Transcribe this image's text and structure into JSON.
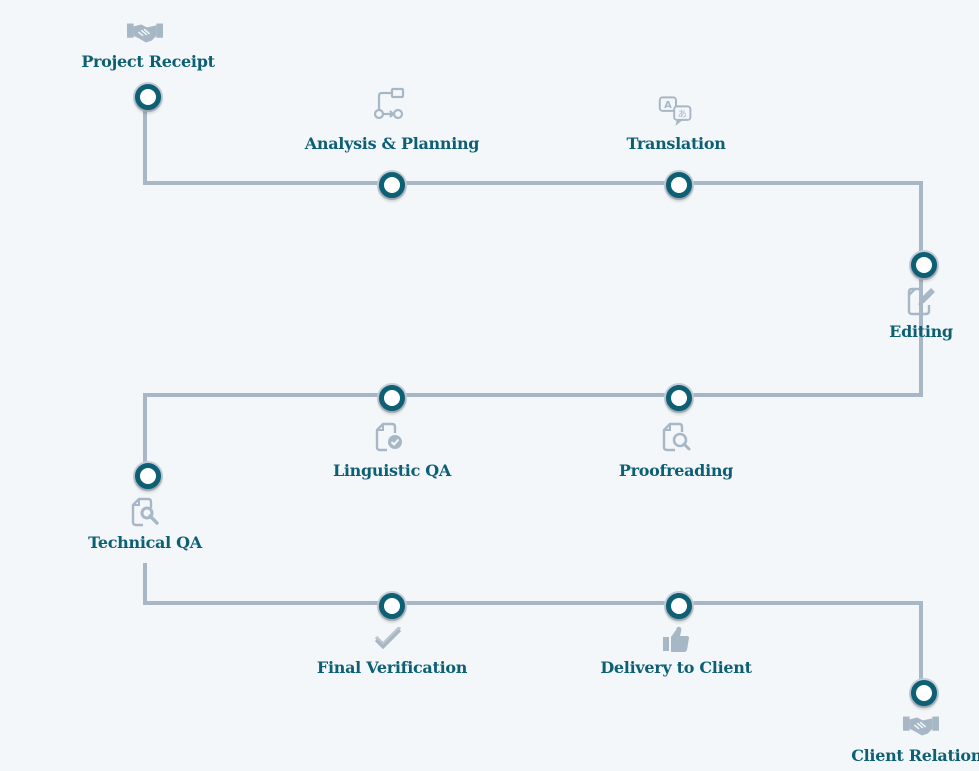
{
  "colors": {
    "accent": "#0d5f74",
    "line": "#a7b7c6",
    "icon": "#a7b7c6",
    "background": "#f4f7fa"
  },
  "steps": [
    {
      "label": "Project Receipt",
      "icon": "handshake-icon"
    },
    {
      "label": "Analysis & Planning",
      "icon": "workflow-icon"
    },
    {
      "label": "Translation",
      "icon": "translate-icon"
    },
    {
      "label": "Editing",
      "icon": "edit-document-icon"
    },
    {
      "label": "Proofreading",
      "icon": "search-document-icon"
    },
    {
      "label": "Linguistic QA",
      "icon": "check-document-icon"
    },
    {
      "label": "Technical QA",
      "icon": "wrench-document-icon"
    },
    {
      "label": "Final Verification",
      "icon": "double-check-icon"
    },
    {
      "label": "Delivery to Client",
      "icon": "thumbs-up-icon"
    },
    {
      "label": "Client Relations",
      "icon": "handshake-icon"
    }
  ]
}
